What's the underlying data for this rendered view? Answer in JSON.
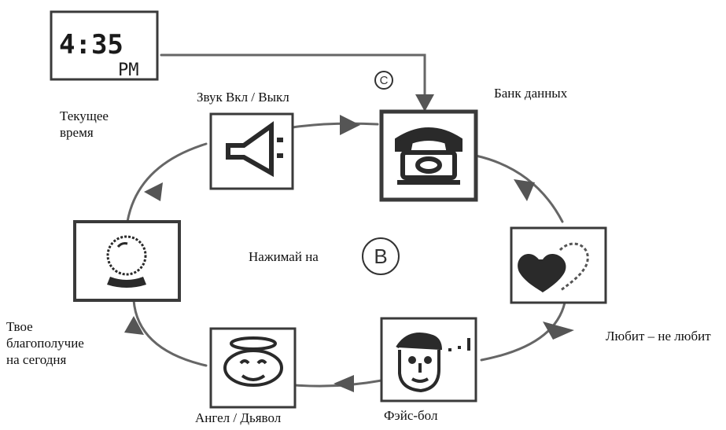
{
  "clock": {
    "time": "4:35",
    "ampm": "PM",
    "caption": [
      "Текущее",
      "время"
    ]
  },
  "center_label": "Нажимай на",
  "center_button": "B",
  "copyright_symbol": "C",
  "modes": [
    {
      "id": "sound",
      "label": [
        "Звук Вкл / Выкл"
      ],
      "icon": "speaker-icon"
    },
    {
      "id": "databank",
      "label": [
        "Банк данных"
      ],
      "icon": "telephone-icon"
    },
    {
      "id": "love",
      "label": [
        "Любит – не любит"
      ],
      "icon": "hearts-icon"
    },
    {
      "id": "faceball",
      "label": [
        "Фэйс-бол"
      ],
      "icon": "face-ball-icon"
    },
    {
      "id": "angel",
      "label": [
        "Ангел / Дьявол"
      ],
      "icon": "angel-face-icon"
    },
    {
      "id": "fortune",
      "label": [
        "Твое",
        "благополучие",
        "на сегодня"
      ],
      "icon": "crystal-ball-icon"
    }
  ],
  "colors": {
    "line": "#666666",
    "arrow": "#555555",
    "frame": "#3a3a3a",
    "icon": "#2a2a2a"
  }
}
